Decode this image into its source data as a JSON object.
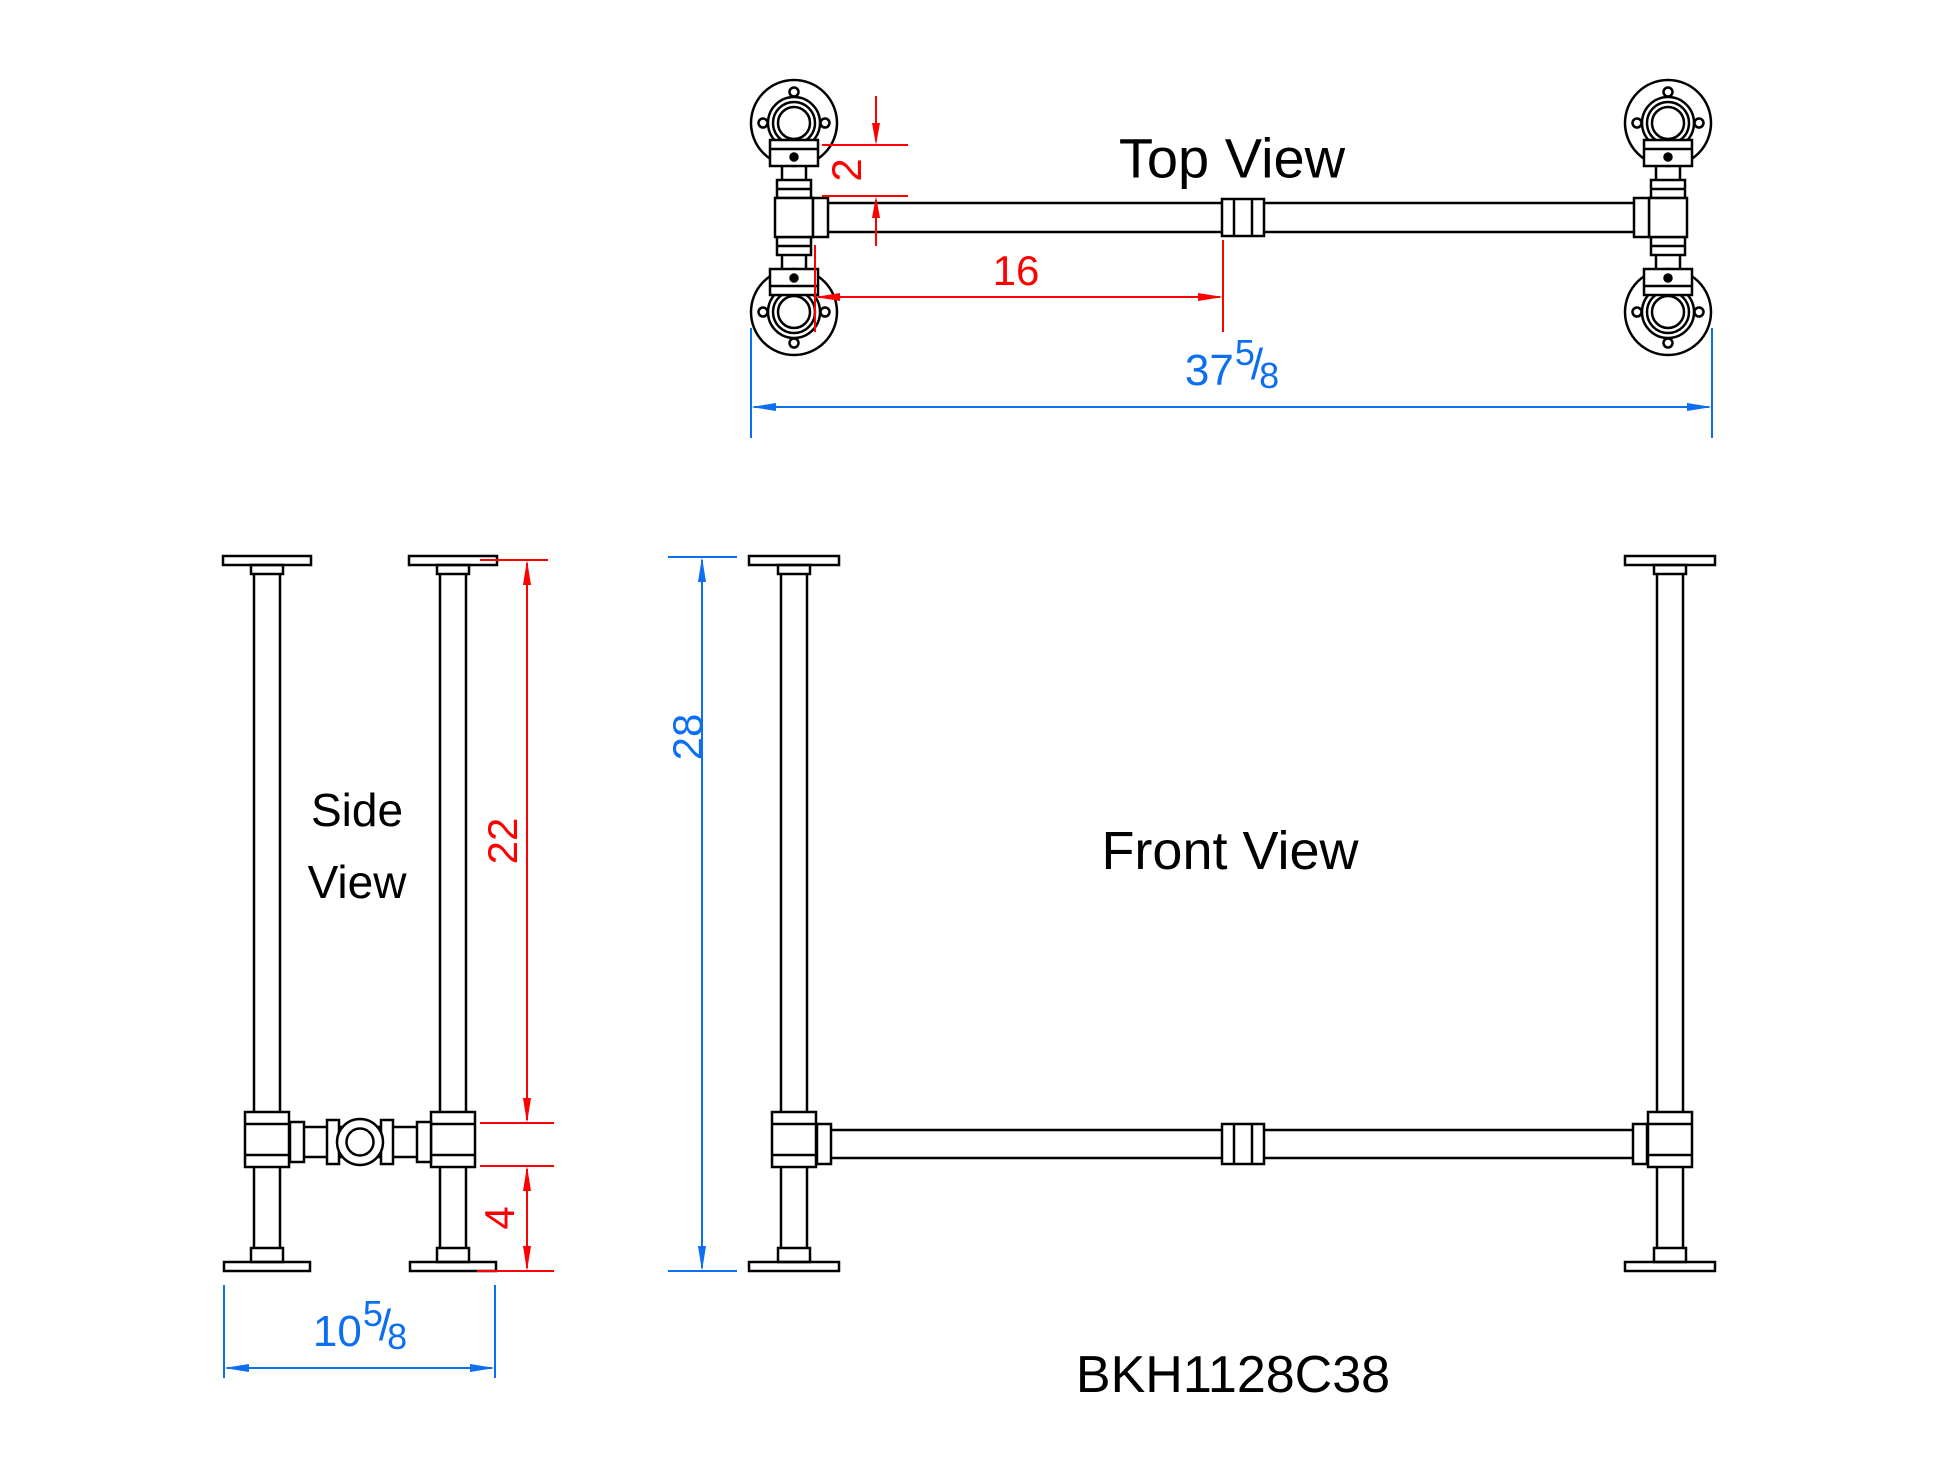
{
  "drawing": {
    "part_number": "BKH1128C38",
    "fraction_slash": "/",
    "views": {
      "top": {
        "title": "Top View"
      },
      "side": {
        "title_line1": "Side",
        "title_line2": "View"
      },
      "front": {
        "title": "Front View"
      }
    },
    "dimensions": {
      "flange_to_stretcher": {
        "value": "2",
        "color": "#ff0000"
      },
      "stretcher_center": {
        "value": "16",
        "color": "#ff0000"
      },
      "overall_width": {
        "whole": "37",
        "frac_num": "5",
        "frac_den": "8",
        "color": "#0c6ff2"
      },
      "leg_top_to_crossbar": {
        "value": "22",
        "color": "#ff0000"
      },
      "crossbar_to_floor": {
        "value": "4",
        "color": "#ff0000"
      },
      "depth": {
        "whole": "10",
        "frac_num": "5",
        "frac_den": "8",
        "color": "#0c6ff2"
      },
      "overall_height": {
        "value": "28",
        "color": "#0c6ff2"
      }
    },
    "colors": {
      "linework": "#000000",
      "dimension_red": "#ff0000",
      "dimension_blue": "#0c6ff2",
      "background": "#ffffff"
    }
  }
}
